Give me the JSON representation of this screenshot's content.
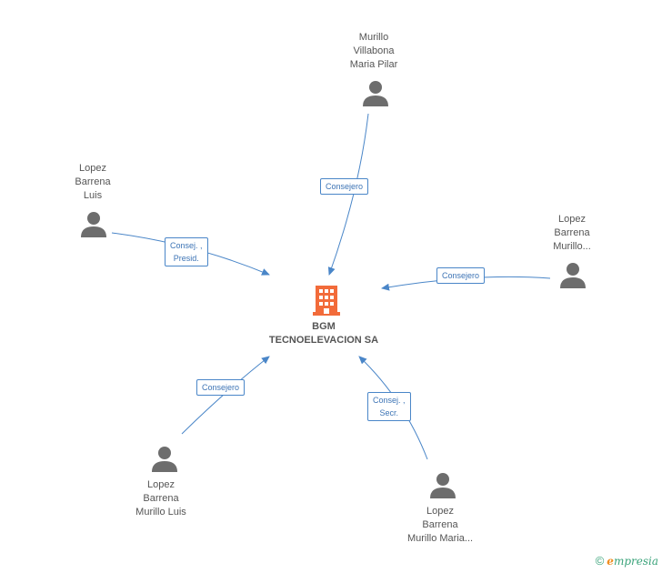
{
  "company": {
    "name_lines": [
      "BGM",
      "TECNOELEVACION SA"
    ],
    "icon": "building-icon",
    "color": "#f26b3a"
  },
  "people": [
    {
      "id": "murillo-villabona-maria-pilar",
      "name_lines": [
        "Murillo",
        "Villabona",
        "Maria Pilar"
      ],
      "icon": "person-icon"
    },
    {
      "id": "lopez-barrena-luis",
      "name_lines": [
        "Lopez",
        "Barrena",
        "Luis"
      ],
      "icon": "person-icon"
    },
    {
      "id": "lopez-barrena-murillo-1",
      "name_lines": [
        "Lopez",
        "Barrena",
        "Murillo..."
      ],
      "icon": "person-icon"
    },
    {
      "id": "lopez-barrena-murillo-luis",
      "name_lines": [
        "Lopez",
        "Barrena",
        "Murillo Luis"
      ],
      "icon": "person-icon"
    },
    {
      "id": "lopez-barrena-murillo-maria",
      "name_lines": [
        "Lopez",
        "Barrena",
        "Murillo Maria..."
      ],
      "icon": "person-icon"
    }
  ],
  "relations": [
    {
      "from": "murillo-villabona-maria-pilar",
      "label_lines": [
        "Consejero"
      ]
    },
    {
      "from": "lopez-barrena-luis",
      "label_lines": [
        "Consej. ,",
        "Presid."
      ]
    },
    {
      "from": "lopez-barrena-murillo-1",
      "label_lines": [
        "Consejero"
      ]
    },
    {
      "from": "lopez-barrena-murillo-luis",
      "label_lines": [
        "Consejero"
      ]
    },
    {
      "from": "lopez-barrena-murillo-maria",
      "label_lines": [
        "Consej. ,",
        "Secr."
      ]
    }
  ],
  "colors": {
    "edge": "#4a86c8",
    "person_icon": "#6d6d6d",
    "text": "#555555"
  },
  "footer": {
    "copyright_symbol": "©",
    "brand_first": "e",
    "brand_rest": "mpresia"
  }
}
